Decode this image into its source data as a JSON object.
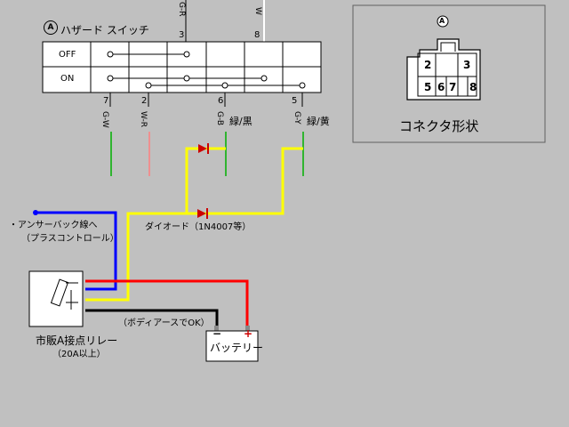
{
  "switch": {
    "title": "ハザード スイッチ",
    "title_marker": "A",
    "rows": [
      "OFF",
      "ON"
    ],
    "top_pins": [
      {
        "num": "3",
        "wire": "G-R"
      },
      {
        "num": "8",
        "wire": "W"
      }
    ],
    "bottom_pins": [
      {
        "num": "7",
        "wire": "G-W"
      },
      {
        "num": "2",
        "wire": "W-R"
      },
      {
        "num": "6",
        "wire": "G-B",
        "color_label": "緑/黒"
      },
      {
        "num": "5",
        "wire": "G-Y",
        "color_label": "緑/黄"
      }
    ]
  },
  "connector": {
    "marker": "A",
    "caption": "コネクタ形状",
    "cells": [
      "2",
      "3",
      "5",
      "6",
      "7",
      "8"
    ]
  },
  "labels": {
    "answerback": "・アンサーバック線へ",
    "answerback_sub": "（プラスコントロール）",
    "diode": "ダイオード（1N4007等）",
    "body_earth": "（ボディアースでOK）",
    "relay": "市販A接点リレー",
    "relay_sub": "（20A以上）",
    "battery": "バッテリー",
    "minus": "−",
    "plus": "+"
  },
  "colors": {
    "background": "#c0c0c0",
    "yellow_wire": "#ffff00",
    "blue_wire": "#0000ff",
    "red_wire": "#ff0000",
    "black_wire": "#000000",
    "green_wire": "#00b000",
    "pink_wire": "#ff8080",
    "diode": "#cc0000"
  }
}
